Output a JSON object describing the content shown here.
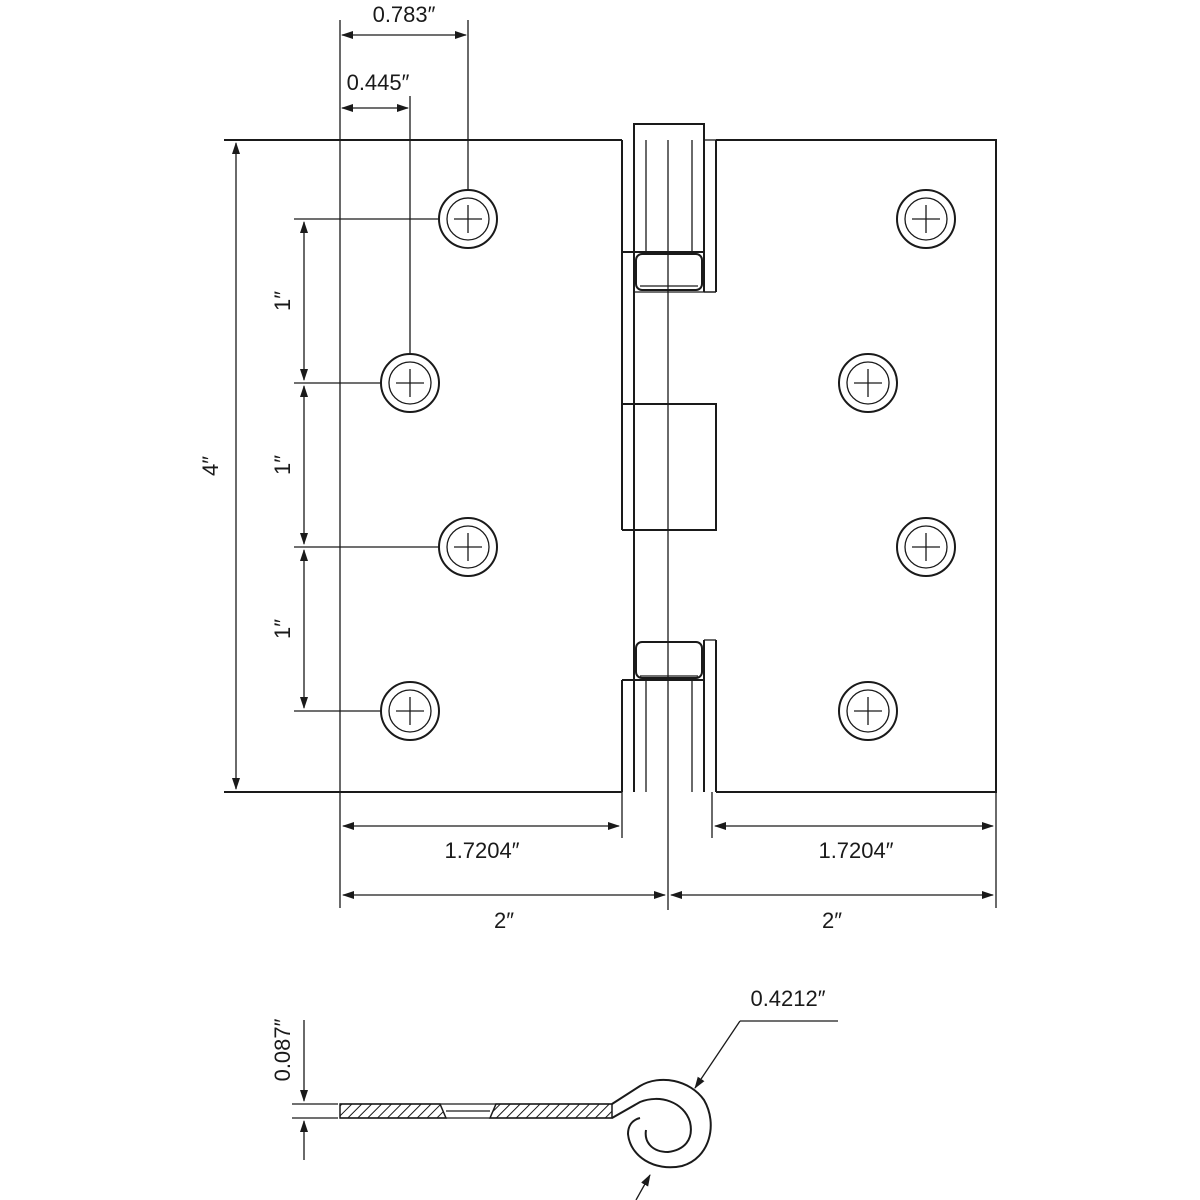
{
  "dimensions": {
    "hole_offset_outer": "0.783″",
    "hole_offset_inner": "0.445″",
    "height": "4″",
    "hole_spacing": [
      "1″",
      "1″",
      "1″"
    ],
    "leaf_width_left": "1.7204″",
    "leaf_width_right": "1.7204″",
    "half_width_left": "2″",
    "half_width_right": "2″",
    "leaf_thickness": "0.087″",
    "knuckle_diameter": "0.4212″"
  },
  "colors": {
    "line": "#1a1a1a",
    "background": "#ffffff"
  }
}
